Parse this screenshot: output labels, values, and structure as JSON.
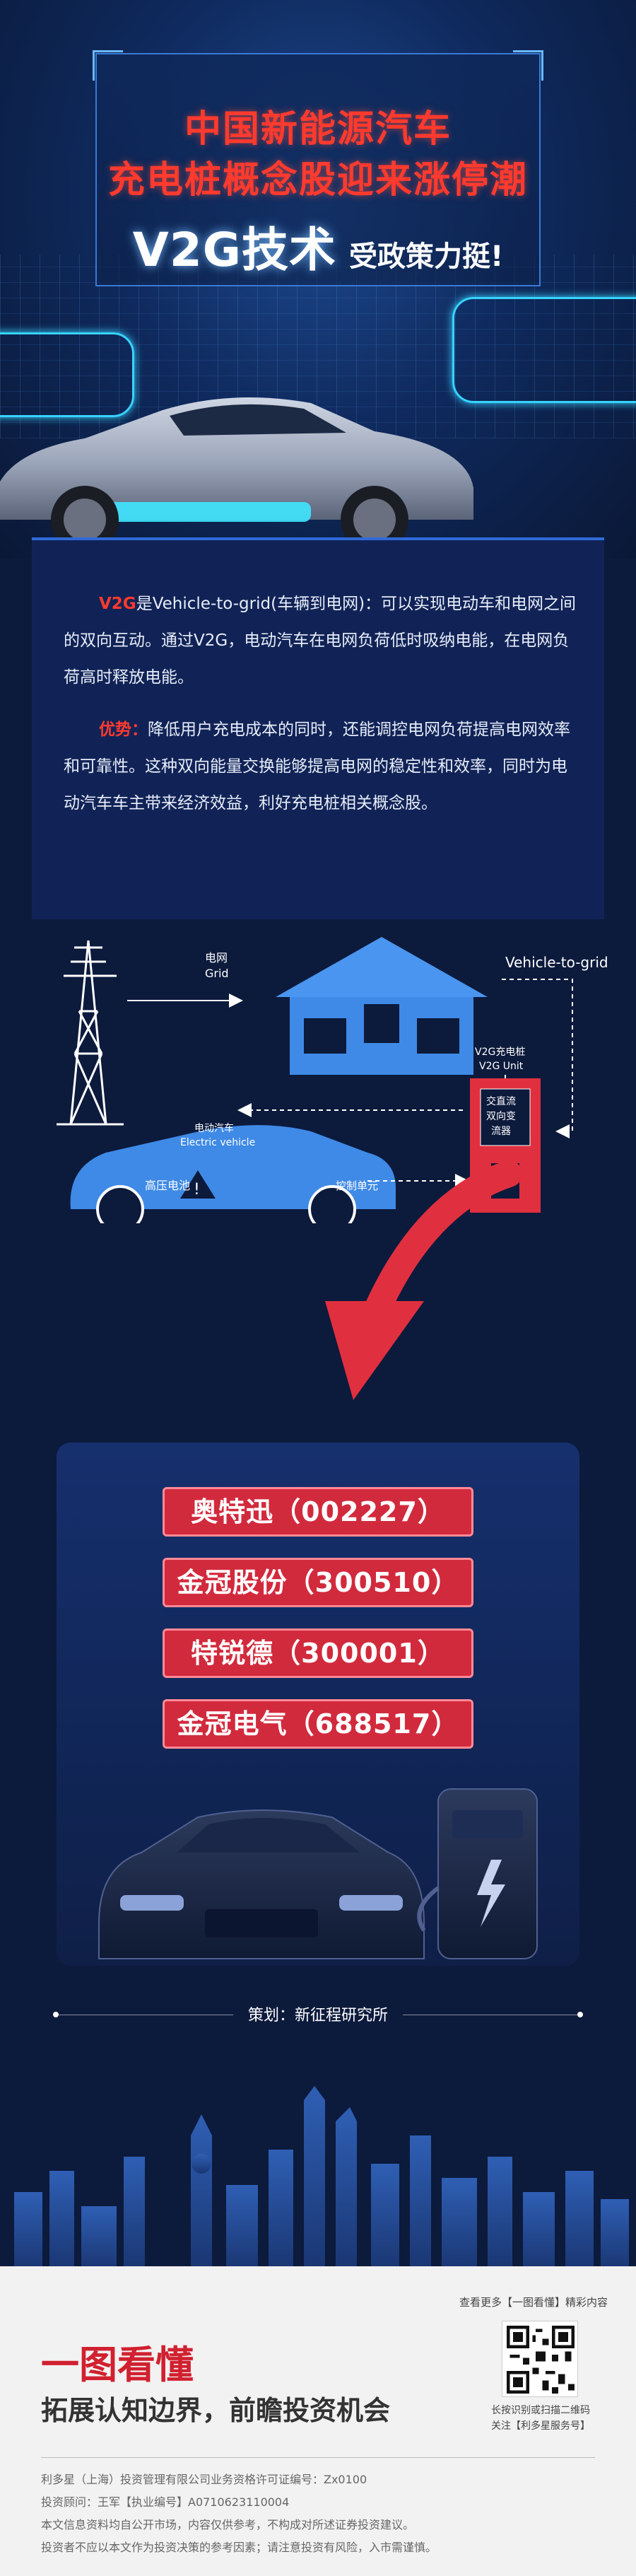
{
  "hero": {
    "title_line1": "中国新能源汽车",
    "title_line2": "充电桩概念股迎来涨停潮",
    "v2g_title": "V2G技术",
    "policy_text": "受政策力挺!"
  },
  "intro": {
    "p1_term": "V2G",
    "p1_rest": "是Vehicle-to-grid(车辆到电网)：可以实现电动车和电网之间的双向互动。通过V2G，电动汽车在电网负荷低时吸纳电能，在电网负荷高时释放电能。",
    "p2_term": "优势：",
    "p2_rest": "降低用户充电成本的同时，还能调控电网负荷提高电网效率和可靠性。这种双向能量交换能够提高电网的稳定性和效率，同时为电动汽车车主带来经济效益，利好充电桩相关概念股。"
  },
  "diagram": {
    "grid_cn": "电网",
    "grid_en": "Grid",
    "v2g_label": "Vehicle-to-grid",
    "pile_cn": "V2G充电桩",
    "pile_en": "V2G Unit",
    "converter_l1": "交直流",
    "converter_l2": "双向变",
    "converter_l3": "流器",
    "ev_cn": "电动汽车",
    "ev_en": "Electric vehicle",
    "battery": "高压电池",
    "control": "控制单元"
  },
  "stocks": [
    "奥特迅（002227）",
    "金冠股份（300510）",
    "特锐德（300001）",
    "金冠电气（688517）"
  ],
  "planner": "策划：新征程研究所",
  "footer": {
    "brand": "一图看懂",
    "slogan": "拓展认知边界，前瞻投资机会",
    "qr_caption": "查看更多【一图看懂】精彩内容",
    "qr_hint_1": "长按识别或扫描二维码",
    "qr_hint_2": "关注【利多星服务号】",
    "legal_1": "利多星（上海）投资管理有限公司业务资格许可证编号：Zx0100",
    "legal_2": "投资顾问：王军【执业编号】A0710623110004",
    "legal_3": "本文信息资料均自公开市场，内容仅供参考，不构成对所述证券投资建议。",
    "legal_4": "投资者不应以本文作为投资决策的参考因素；请注意投资有风险，入市需谨慎。"
  },
  "colors": {
    "background": "#0c1a3c",
    "accent_red": "#ff3a2e",
    "stock_red": "#d22a3d",
    "diagram_blue": "#3f8ae6",
    "pile_red": "#e0303f",
    "neon_cyan": "#37d3ff"
  }
}
